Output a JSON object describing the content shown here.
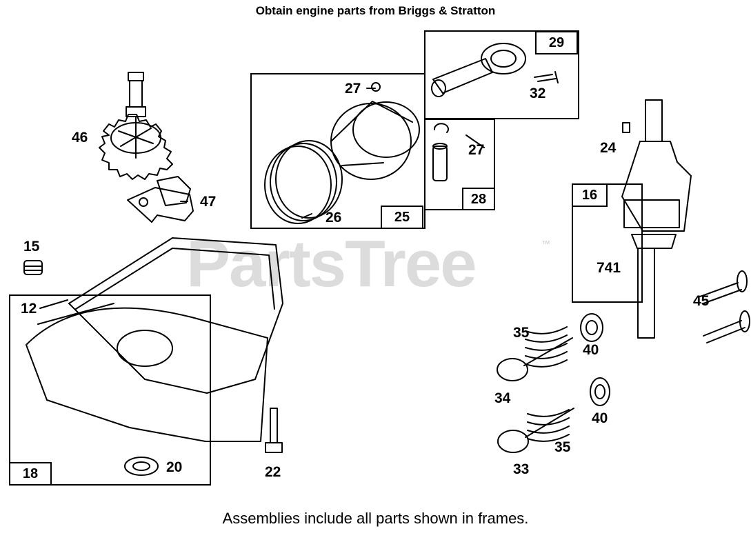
{
  "header": {
    "title": "Obtain engine parts from Briggs & Stratton"
  },
  "footer": {
    "note": "Assemblies include all parts shown in frames."
  },
  "watermark": {
    "text": "PartsTree",
    "trademark": "™"
  },
  "frames": {
    "f29": "29",
    "f28": "28",
    "f25": "25",
    "f16": "16",
    "f18": "18"
  },
  "labels": {
    "l27a": "27",
    "l32": "32",
    "l27b": "27",
    "l26": "26",
    "l46": "46",
    "l47": "47",
    "l24": "24",
    "l15": "15",
    "l12": "12",
    "l741": "741",
    "l45": "45",
    "l35a": "35",
    "l40a": "40",
    "l34": "34",
    "l40b": "40",
    "l35b": "35",
    "l33": "33",
    "l20": "20",
    "l22": "22"
  }
}
